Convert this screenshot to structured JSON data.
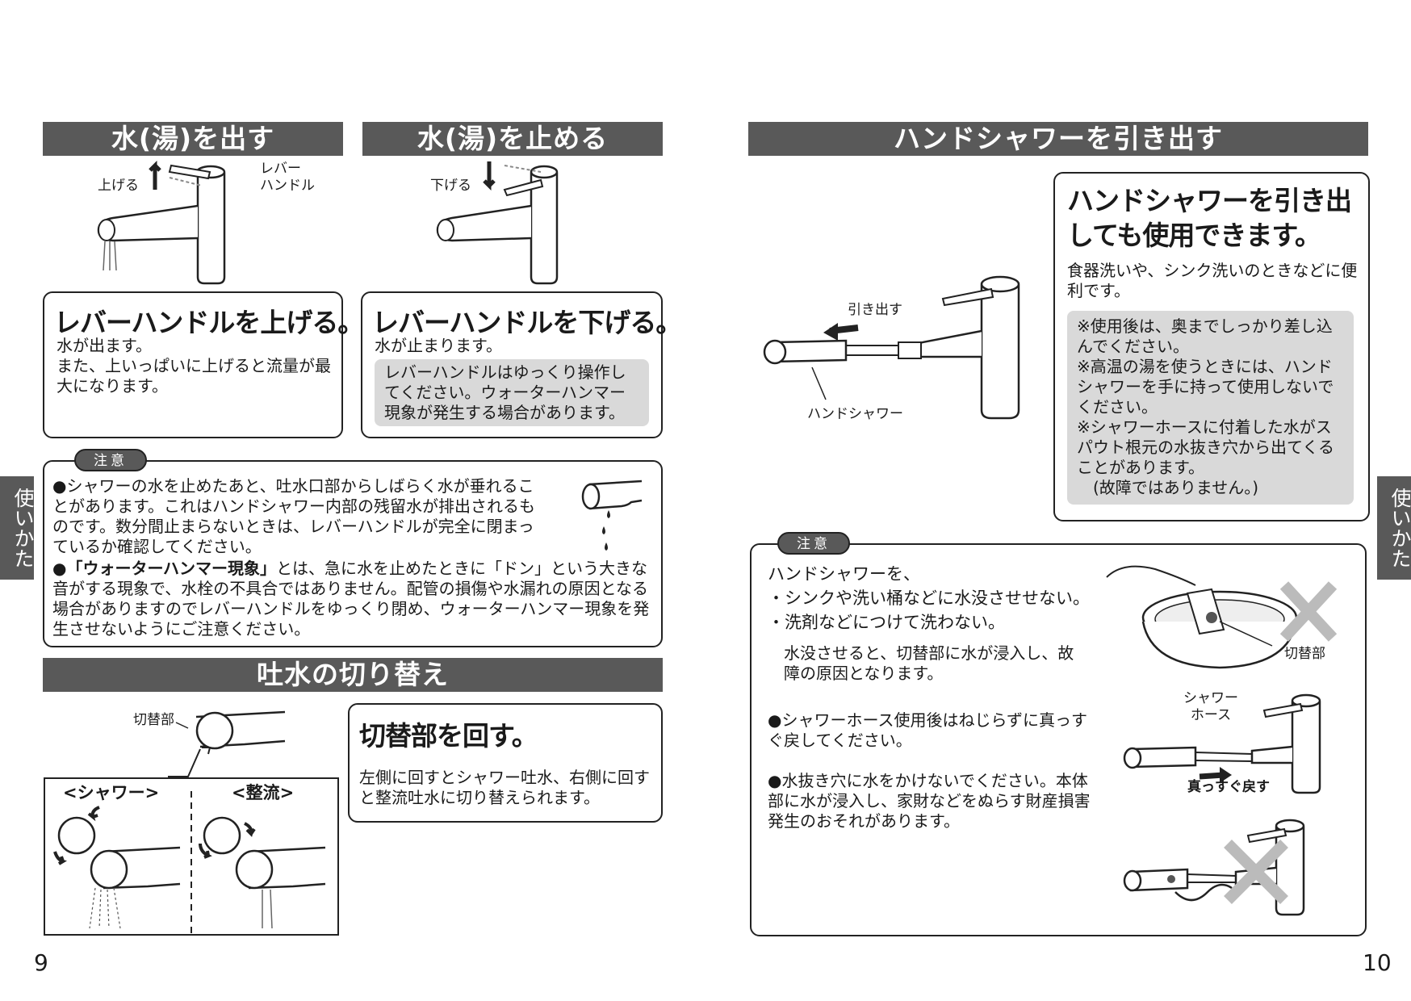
{
  "left_page": {
    "page_number": "9",
    "side_tab": "使いかた",
    "water_on": {
      "header": "水(湯)を出す",
      "label_raise": "上げる",
      "label_lever": "レバー\nハンドル",
      "title": "レバーハンドルを上げる。",
      "body": "水が出ます。\nまた、上いっぱいに上げると流量が最大になります。"
    },
    "water_off": {
      "header": "水(湯)を止める",
      "label_lower": "下げる",
      "title": "レバーハンドルを下げる。",
      "body": "水が止まります。",
      "note": "レバーハンドルはゆっくり操作してください。ウォーターハンマー現象が発生する場合があります。"
    },
    "caution": {
      "label": "注意",
      "item1": "●シャワーの水を止めたあと、吐水口部からしばらく水が垂れることがあります。これはハンドシャワー内部の残留水が排出されるものです。数分間止まらないときは、レバーハンドルが完全に閉まっているか確認してください。",
      "item2_prefix": "●",
      "item2_bold": "「ウォーターハンマー現象」",
      "item2_rest": "とは、急に水を止めたときに「ドン」という大きな音がする現象で、水栓の不具合ではありません。配管の損傷や水漏れの原因となる場合がありますのでレバーハンドルをゆっくり閉め、ウォーターハンマー現象を発生させないようにご注意ください。"
    },
    "switch": {
      "header": "吐水の切り替え",
      "label_switch": "切替部",
      "label_shower": "<シャワー>",
      "label_straight": "<整流>",
      "title": "切替部を回す。",
      "body": "左側に回すとシャワー吐水、右側に回すと整流吐水に切り替えられます。"
    }
  },
  "right_page": {
    "page_number": "10",
    "side_tab": "使いかた",
    "header": "ハンドシャワーを引き出す",
    "label_pull": "引き出す",
    "label_hand_shower": "ハンドシャワー",
    "info": {
      "title": "ハンドシャワーを引き出しても使用できます。",
      "body": "食器洗いや、シンク洗いのときなどに便利です。",
      "note1": "※使用後は、奥までしっかり差し込んでください。",
      "note2": "※高温の湯を使うときには、ハンドシャワーを手に持って使用しないでください。",
      "note3": "※シャワーホースに付着した水がスパウト根元の水抜き穴から出てくることがあります。",
      "note3b": "(故障ではありません。)"
    },
    "caution": {
      "label": "注意",
      "intro": "ハンドシャワーを、",
      "bullet1": "・シンクや洗い桶などに水没させせない。",
      "bullet2": "・洗剤などにつけて洗わない。",
      "sub": "水没させると、切替部に水が浸入し、故障の原因となります。",
      "item2": "●シャワーホース使用後はねじらずに真っすぐ戻してください。",
      "item3": "●水抜き穴に水をかけないでください。本体部に水が浸入し、家財などをぬらす財産損害発生のおそれがあります。",
      "label_switch": "切替部",
      "label_hose": "シャワー\nホース",
      "label_straight_back": "真っすぐ戻す"
    }
  }
}
